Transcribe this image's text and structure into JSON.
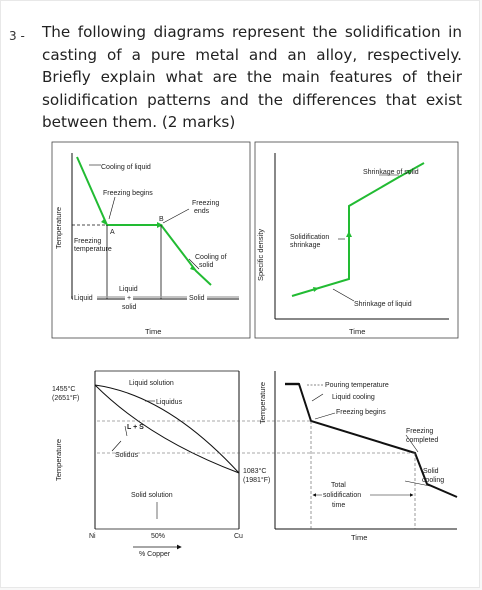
{
  "question": {
    "number": "3 -",
    "text": "The following diagrams represent the solidification in casting of a pure metal and an alloy, respectively. Briefly explain what are the main features of their solidification patterns and the differences that exist between them. (2 marks)"
  },
  "figure": {
    "panel_a": {
      "ylabel": "Temperature",
      "xlabel": "Time",
      "labels": {
        "cooling_liquid": "Cooling of liquid",
        "freezing_begins": "Freezing begins",
        "freezing_ends_1": "Freezing",
        "freezing_ends_2": "ends",
        "point_a": "A",
        "point_b": "B",
        "freezing_temp_1": "Freezing",
        "freezing_temp_2": "temperature",
        "cooling_solid_1": "Cooling of",
        "cooling_solid_2": "solid",
        "liquid_region": "Liquid",
        "liquid_mid": "Liquid",
        "plus": "+",
        "solid_mid": "solid",
        "solid_region": "Solid"
      }
    },
    "panel_b": {
      "ylabel": "Specific density",
      "xlabel": "Time",
      "labels": {
        "shrink_solid": "Shrinkage of solid",
        "solidification_1": "Solidification",
        "solidification_2": "shrinkage",
        "shrink_liquid": "Shrinkage of liquid"
      }
    },
    "panel_c": {
      "ylabel": "Temperature",
      "temp_top_1": "1455°C",
      "temp_top_2": "(2651°F)",
      "temp_right_1": "1083°C",
      "temp_right_2": "(1981°F)",
      "liquid_solution": "Liquid solution",
      "liquidus": "Liquidus",
      "l_plus_s": "L + S",
      "solidus": "Solidus",
      "solid_solution": "Solid solution",
      "x_left": "Ni",
      "x_mid": "50%",
      "x_right": "Cu",
      "xlabel": "% Copper"
    },
    "panel_d": {
      "ylabel": "Temperature",
      "xlabel": "Time",
      "labels": {
        "pouring": "Pouring temperature",
        "liquid_cooling": "Liquid cooling",
        "freezing_begins": "Freezing begins",
        "freezing_completed_1": "Freezing",
        "freezing_completed_2": "completed",
        "solid_cooling_1": "Solid",
        "solid_cooling_2": "cooling",
        "total_1": "Total",
        "total_2": "solidification",
        "total_3": "time"
      }
    },
    "colors": {
      "curve": "#22bb33",
      "line": "#111111"
    }
  }
}
